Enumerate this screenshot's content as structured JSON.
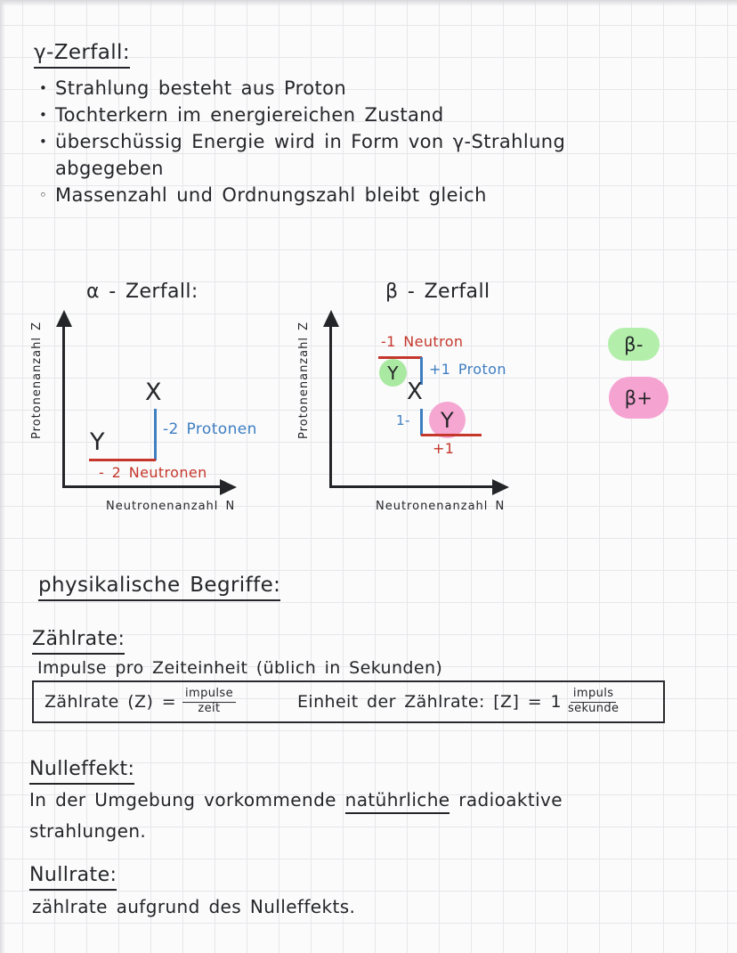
{
  "colors": {
    "ink": "#242528",
    "red": "#c5372b",
    "blue": "#3e7ec1",
    "green_highlight": "#a9e9a1",
    "pink_highlight": "#f5a7d2",
    "grid": "#e7e7ea",
    "paper": "#fbfbfc"
  },
  "gamma": {
    "title": "γ-Zerfall:",
    "lines": [
      {
        "bullet": "•",
        "text": "Strahlung besteht aus Proton"
      },
      {
        "bullet": "•",
        "text": "Tochterkern im energiereichen Zustand"
      },
      {
        "bullet": "•",
        "text": "überschüssig Energie wird in Form von γ-Strahlung"
      },
      {
        "bullet": "",
        "text": "abgegeben"
      },
      {
        "bullet": "◦",
        "text": "Massenzahl und Ordnungszahl bleibt gleich"
      }
    ]
  },
  "alpha_diagram": {
    "title": "α - Zerfall:",
    "y_axis_label": "Protonenanzahl Z",
    "x_axis_label": "Neutronenanzahl N",
    "parent": "X",
    "daughter": "Y",
    "proton_change": "-2 Protonen",
    "neutron_change": "- 2 Neutronen"
  },
  "beta_diagram": {
    "title": "β - Zerfall",
    "y_axis_label": "Protonenanzahl Z",
    "x_axis_label": "Neutronenanzahl N",
    "parent": "X",
    "neutron_change": "-1 Neutron",
    "proton_change": "+1 Proton",
    "beta_minus_daughter": "Y",
    "beta_plus_daughter": "Y",
    "minus_one": "1-",
    "plus_one": "+1"
  },
  "legend": {
    "beta_minus": "β-",
    "beta_plus": "β+"
  },
  "terms_heading": "physikalische Begriffe:",
  "zaehlrate": {
    "heading": "Zählrate:",
    "definition": "Impulse pro Zeiteinheit (üblich in Sekunden)",
    "formula_lhs": "Zählrate (Z) =",
    "formula_num": "impulse",
    "formula_den": "zeit",
    "unit_lhs": "Einheit der Zählrate: [Z] = 1",
    "unit_num": "impuls",
    "unit_den": "sekunde"
  },
  "nulleffekt": {
    "heading": "Nulleffekt:",
    "line1_pre": "In der Umgebung vorkommende ",
    "line1_underlined": "natührliche",
    "line1_post": " radioaktive",
    "line2": "strahlungen."
  },
  "nullrate": {
    "heading": "Nullrate:",
    "text": "zählrate aufgrund des Nulleffekts."
  }
}
